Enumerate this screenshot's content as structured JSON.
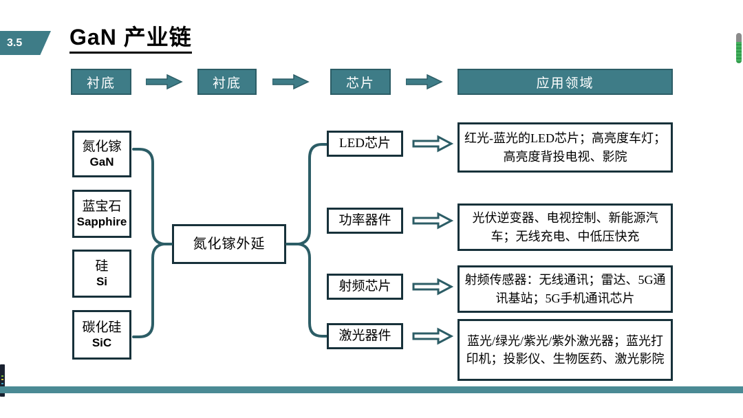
{
  "slide": {
    "badge": "3.5",
    "title": "GaN 产业链"
  },
  "colors": {
    "teal_fill": "#3e7c87",
    "teal_border": "#2c5d66",
    "box_border": "#17313a",
    "bottom_bar": "#4a8a94",
    "battery_green": "#3aa654"
  },
  "header_flow": {
    "stages": [
      {
        "label": "衬底"
      },
      {
        "label": "衬底"
      },
      {
        "label": "芯片"
      },
      {
        "label": "应用领域"
      }
    ]
  },
  "substrates": [
    {
      "cn": "氮化镓",
      "en": "GaN"
    },
    {
      "cn": "蓝宝石",
      "en": "Sapphire"
    },
    {
      "cn": "硅",
      "en": "Si"
    },
    {
      "cn": "碳化硅",
      "en": "SiC"
    }
  ],
  "epitaxy": {
    "label": "氮化镓外延"
  },
  "products": [
    {
      "label": "LED芯片",
      "application": "红光-蓝光的LED芯片；高亮度车灯；高亮度背投电视、影院"
    },
    {
      "label": "功率器件",
      "application": "光伏逆变器、电视控制、新能源汽车；无线充电、中低压快充"
    },
    {
      "label": "射频芯片",
      "application": "射频传感器：无线通讯；雷达、5G通讯基站；5G手机通讯芯片"
    },
    {
      "label": "激光器件",
      "application": "蓝光/绿光/紫光/紫外激光器；蓝光打印机；投影仪、生物医药、激光影院"
    }
  ]
}
